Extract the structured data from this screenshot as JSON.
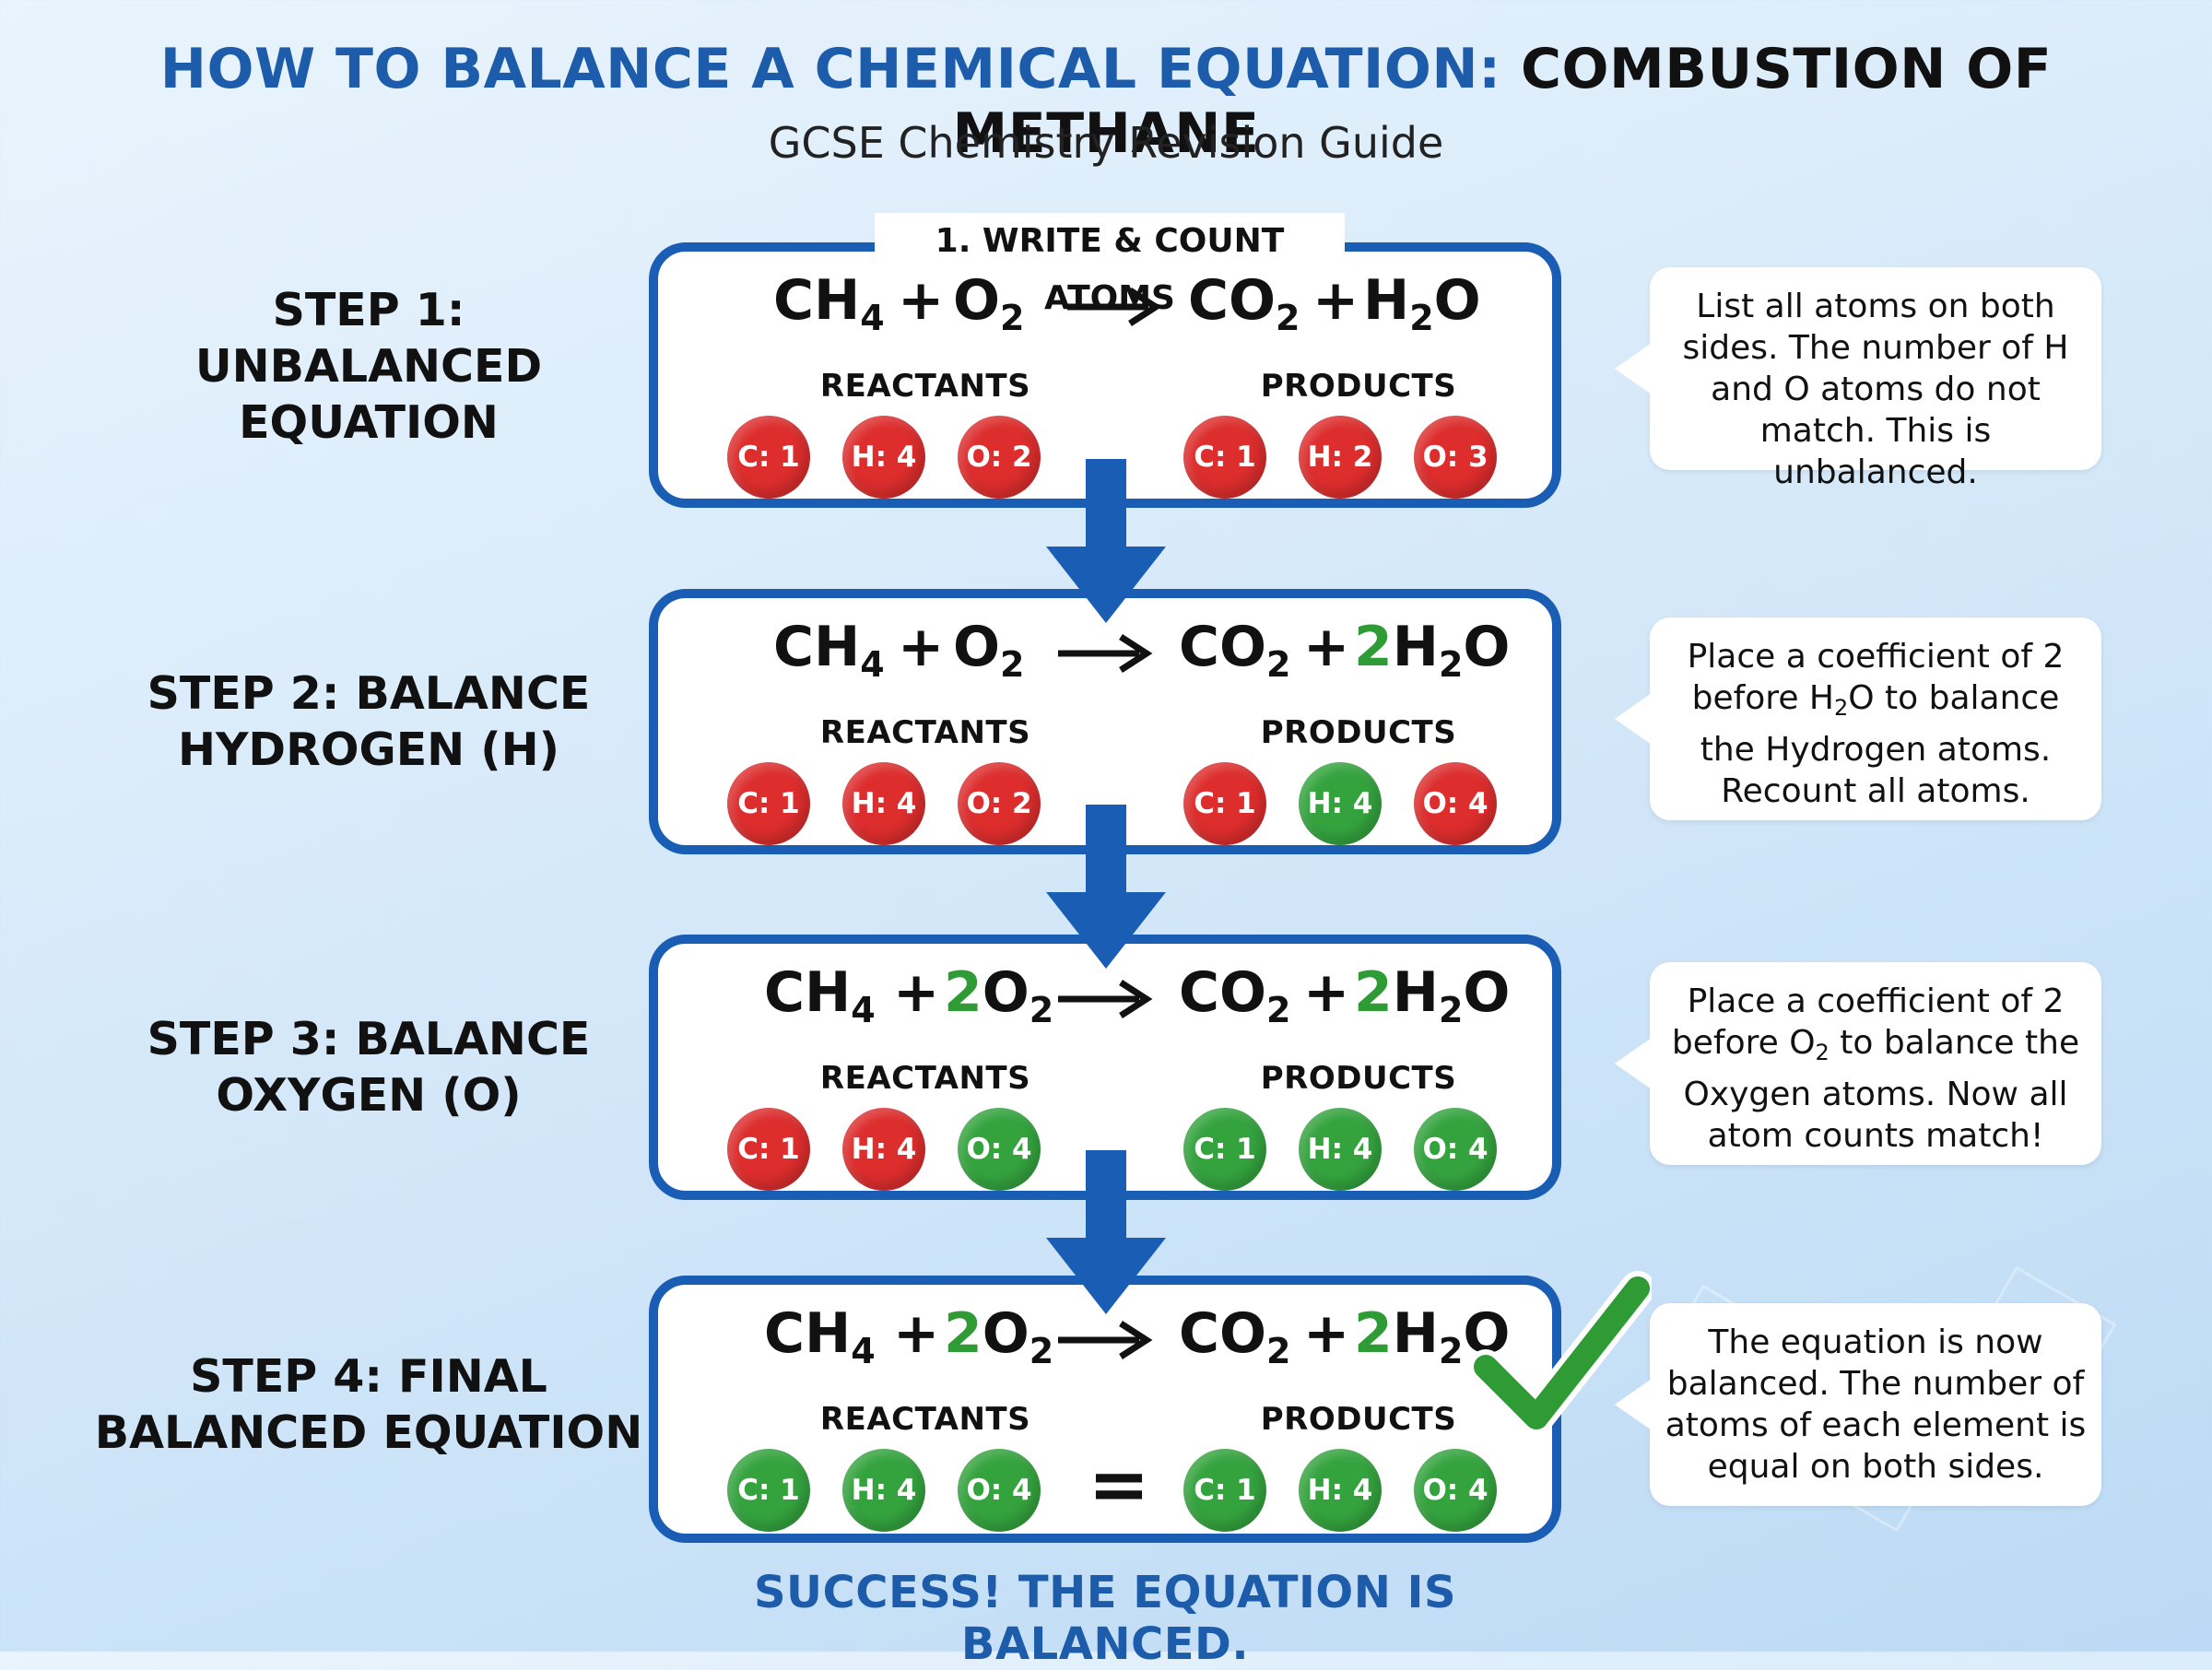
{
  "title": {
    "part1": "HOW TO BALANCE A CHEMICAL EQUATION:",
    "part2": "COMBUSTION OF METHANE"
  },
  "subtitle": "GCSE Chemistry Revision Guide",
  "box_tag": "1. WRITE & COUNT ATOMS",
  "labels": {
    "reactants": "REACTANTS",
    "products": "PRODUCTS",
    "plus": "+",
    "equals": "="
  },
  "steps": [
    {
      "label_line1": "STEP 1:",
      "label_line2": "UNBALANCED",
      "label_line3": "EQUATION",
      "equation": {
        "ch4_coef": "",
        "o2_coef": "",
        "co2_coef": "",
        "h2o_coef": ""
      },
      "reactant_atoms": [
        {
          "text": "C: 1",
          "status": "red"
        },
        {
          "text": "H: 4",
          "status": "red"
        },
        {
          "text": "O: 2",
          "status": "red"
        }
      ],
      "product_atoms": [
        {
          "text": "C: 1",
          "status": "red"
        },
        {
          "text": "H: 2",
          "status": "red"
        },
        {
          "text": "O: 3",
          "status": "red"
        }
      ],
      "callout": "List all atoms on both sides. The number of H and O atoms do not match. This is unbalanced."
    },
    {
      "label_line1": "STEP 2: BALANCE",
      "label_line2": "HYDROGEN (H)",
      "equation": {
        "ch4_coef": "",
        "o2_coef": "",
        "co2_coef": "",
        "h2o_coef": "2"
      },
      "reactant_atoms": [
        {
          "text": "C: 1",
          "status": "red"
        },
        {
          "text": "H: 4",
          "status": "red"
        },
        {
          "text": "O: 2",
          "status": "red"
        }
      ],
      "product_atoms": [
        {
          "text": "C: 1",
          "status": "red"
        },
        {
          "text": "H: 4",
          "status": "green"
        },
        {
          "text": "O: 4",
          "status": "red"
        }
      ],
      "callout_part1": "Place a coefficient of 2 before H",
      "callout_sub": "2",
      "callout_part2": "O to balance the Hydrogen atoms. Recount all atoms."
    },
    {
      "label_line1": "STEP 3: BALANCE",
      "label_line2": "OXYGEN (O)",
      "equation": {
        "ch4_coef": "",
        "o2_coef": "2",
        "co2_coef": "",
        "h2o_coef": "2"
      },
      "reactant_atoms": [
        {
          "text": "C: 1",
          "status": "red"
        },
        {
          "text": "H: 4",
          "status": "red"
        },
        {
          "text": "O: 4",
          "status": "green"
        }
      ],
      "product_atoms": [
        {
          "text": "C: 1",
          "status": "green"
        },
        {
          "text": "H: 4",
          "status": "green"
        },
        {
          "text": "O: 4",
          "status": "green"
        }
      ],
      "callout_part1": "Place a coefficient of 2 before O",
      "callout_sub": "2",
      "callout_part2": " to balance the Oxygen atoms. Now all atom counts match!"
    },
    {
      "label_line1": "STEP 4: FINAL",
      "label_line2": "BALANCED EQUATION",
      "equation": {
        "ch4_coef": "",
        "o2_coef": "2",
        "co2_coef": "",
        "h2o_coef": "2"
      },
      "reactant_atoms": [
        {
          "text": "C: 1",
          "status": "green"
        },
        {
          "text": "H: 4",
          "status": "green"
        },
        {
          "text": "O: 4",
          "status": "green"
        }
      ],
      "product_atoms": [
        {
          "text": "C: 1",
          "status": "green"
        },
        {
          "text": "H: 4",
          "status": "green"
        },
        {
          "text": "O: 4",
          "status": "green"
        }
      ],
      "callout": "The equation is now balanced. The number of atoms of each element is equal on both sides."
    }
  ],
  "success": "SUCCESS! THE EQUATION IS BALANCED.",
  "colors": {
    "blue": "#1d5cab",
    "box_border": "#1a5db4",
    "unbalanced": "#dd2d2d",
    "balanced": "#34a33e"
  }
}
